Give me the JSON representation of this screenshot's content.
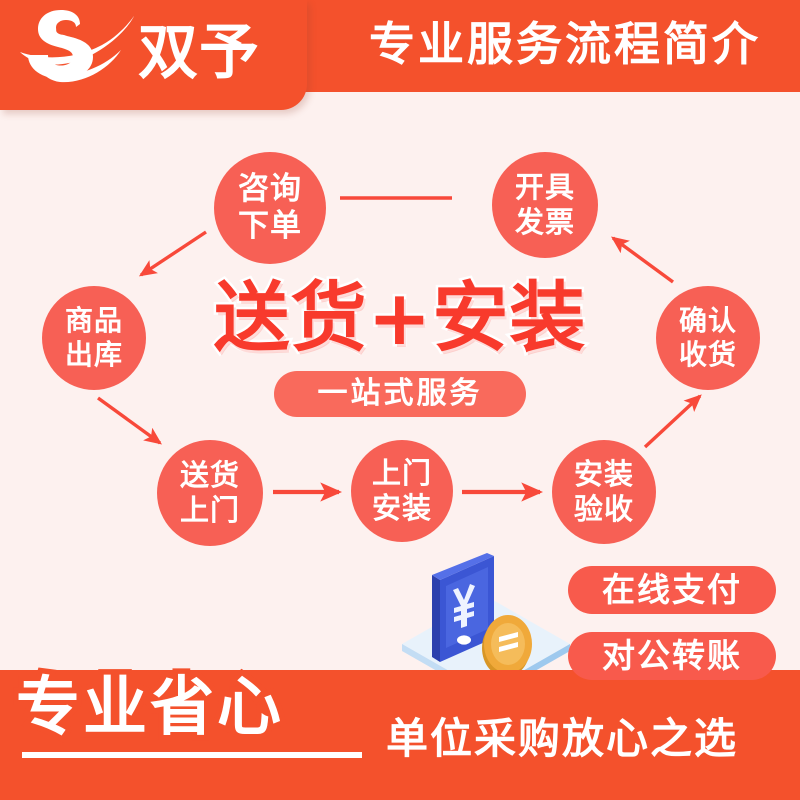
{
  "brand": {
    "logo_icon": "swoosh-s-logo-icon",
    "name": "双予",
    "header_title": "专业服务流程简介",
    "header_color": "#f4512c",
    "background_color": "#fdf1ef",
    "node_color": "#f76055",
    "hero_color": "#f83a2c"
  },
  "flow": {
    "nodes": [
      {
        "id": "consult",
        "line1": "咨询",
        "line2": "下单"
      },
      {
        "id": "invoice",
        "line1": "开具",
        "line2": "发票"
      },
      {
        "id": "outbound",
        "line1": "商品",
        "line2": "出库"
      },
      {
        "id": "confirm",
        "line1": "确认",
        "line2": "收货"
      },
      {
        "id": "delivery",
        "line1": "送货",
        "line2": "上门"
      },
      {
        "id": "install",
        "line1": "上门",
        "line2": "安装"
      },
      {
        "id": "accept",
        "line1": "安装",
        "line2": "验收"
      }
    ],
    "connectors": [
      {
        "id": "consult-to-outbound",
        "type": "arrow",
        "direction": "down-left"
      },
      {
        "id": "outbound-to-delivery",
        "type": "arrow",
        "direction": "down-right"
      },
      {
        "id": "delivery-to-install",
        "type": "arrow",
        "direction": "right"
      },
      {
        "id": "install-to-accept",
        "type": "arrow",
        "direction": "right"
      },
      {
        "id": "accept-to-confirm",
        "type": "arrow",
        "direction": "up-right"
      },
      {
        "id": "confirm-to-invoice",
        "type": "arrow",
        "direction": "up-left"
      },
      {
        "id": "consult-to-invoice",
        "type": "line",
        "direction": "horizontal"
      }
    ]
  },
  "hero": {
    "title": "送货+安装",
    "subtitle": "一站式服务"
  },
  "payment": {
    "illustration_icon": "mobile-payment-coin-icon",
    "phone_symbol": "¥",
    "options": [
      {
        "id": "online",
        "label": "在线支付"
      },
      {
        "id": "transfer",
        "label": "对公转账"
      }
    ]
  },
  "footer": {
    "headline": "专业省心",
    "tagline": "单位采购放心之选"
  }
}
